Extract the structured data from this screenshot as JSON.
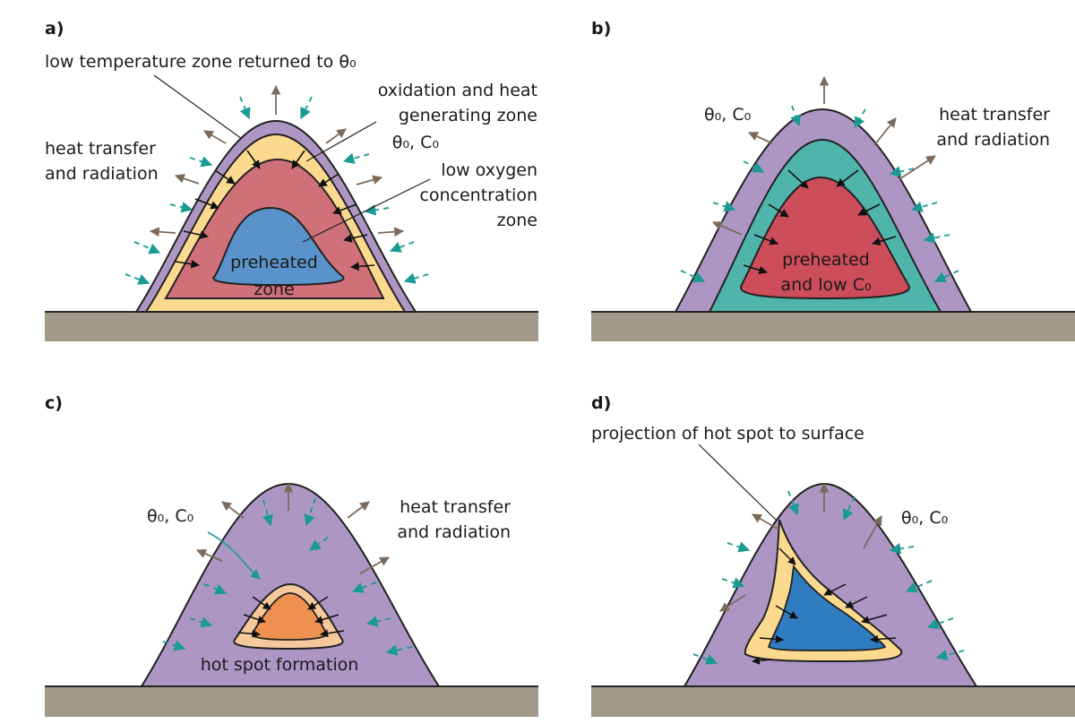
{
  "panels": {
    "a": {
      "label": "a)",
      "low_temp": "low temperature zone returned to θ₀",
      "oxidation_1": "oxidation and heat",
      "oxidation_2": "generating zone",
      "theta_c": "θ₀, C₀",
      "low_oxygen_1": "low oxygen",
      "low_oxygen_2": "concentration",
      "low_oxygen_3": "zone",
      "heat_1": "heat transfer",
      "heat_2": "and radiation",
      "preheated_1": "preheated",
      "preheated_2": "zone"
    },
    "b": {
      "label": "b)",
      "theta_c": "θ₀, C₀",
      "heat_1": "heat transfer",
      "heat_2": "and radiation",
      "preheated_1": "preheated",
      "preheated_2": "and low C₀"
    },
    "c": {
      "label": "c)",
      "theta_c": "θ₀, C₀",
      "heat_1": "heat transfer",
      "heat_2": "and radiation",
      "hotspot": "hot spot formation"
    },
    "d": {
      "label": "d)",
      "projection": "projection of hot spot to surface",
      "theta_c": "θ₀, C₀"
    }
  },
  "colors": {
    "ground": "#a39a8a",
    "lavender": "#ad96c4",
    "yellow": "#fbd98f",
    "red": "#d07079",
    "blue": "#5a92cb",
    "teal": "#4fb4aa",
    "crimson": "#cd4d5b",
    "orange": "#ee9150",
    "peach": "#f5c99c",
    "deep_blue": "#2f7cc0",
    "teal_arrow": "#1a9a92",
    "brown_arrow": "#7d6a5a"
  }
}
